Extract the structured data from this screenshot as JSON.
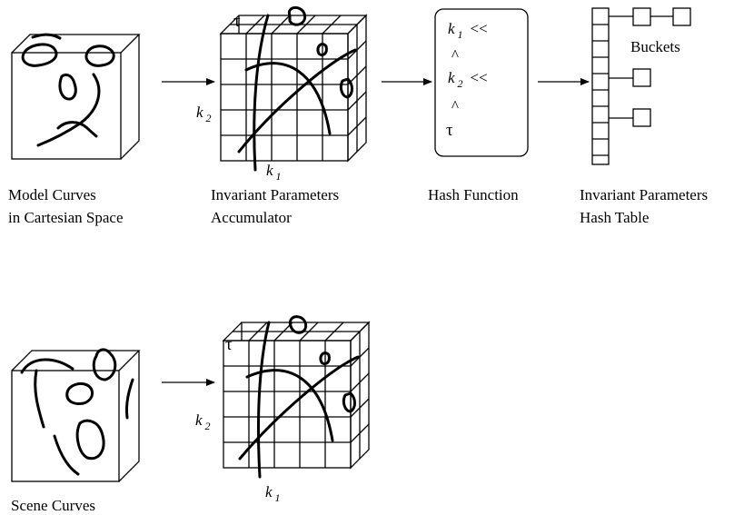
{
  "model_row": {
    "cartesian_caption": [
      "Model Curves",
      "in Cartesian Space"
    ],
    "accumulator_caption": [
      "Invariant Parameters",
      "Accumulator"
    ],
    "hash_function_caption": "Hash Function",
    "hash_table_caption": [
      "Invariant Parameters",
      "Hash Table"
    ],
    "buckets_label": "Buckets",
    "axes": {
      "tau": "τ",
      "k2_base": "k",
      "k2_sub": "2",
      "k1_base": "k",
      "k1_sub": "1"
    },
    "hash_lines": [
      {
        "base": "k",
        "sub": "1",
        "op": "<<"
      },
      {
        "caret": "^"
      },
      {
        "base": "k",
        "sub": "2",
        "op": "<<"
      },
      {
        "caret": "^"
      },
      {
        "tau": "τ"
      }
    ]
  },
  "scene_row": {
    "cartesian_caption": [
      "Scene Curves"
    ],
    "axes": {
      "tau": "τ",
      "k2_base": "k",
      "k2_sub": "2",
      "k1_base": "k",
      "k1_sub": "1"
    }
  }
}
